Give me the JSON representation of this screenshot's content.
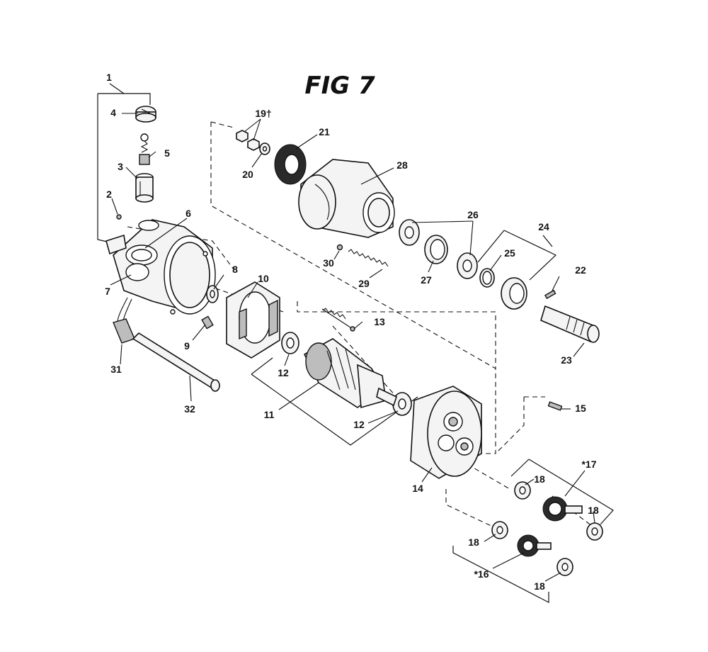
{
  "figure": {
    "title": "FIG 7"
  },
  "callouts": {
    "c1": "1",
    "c2": "2",
    "c3": "3",
    "c4": "4",
    "c5": "5",
    "c6": "6",
    "c7": "7",
    "c8": "8",
    "c9": "9",
    "c10": "10",
    "c11": "11",
    "c12a": "12",
    "c12b": "12",
    "c13": "13",
    "c14": "14",
    "c15": "15",
    "c16": "*16",
    "c17": "*17",
    "c18a": "18",
    "c18b": "18",
    "c18c": "18",
    "c18d": "18",
    "c19": "19†",
    "c20": "20",
    "c21": "21",
    "c22": "22",
    "c23": "23",
    "c24": "24",
    "c25": "25",
    "c26": "26",
    "c27": "27",
    "c28": "28",
    "c29": "29",
    "c30": "30",
    "c31": "31",
    "c32": "32"
  }
}
